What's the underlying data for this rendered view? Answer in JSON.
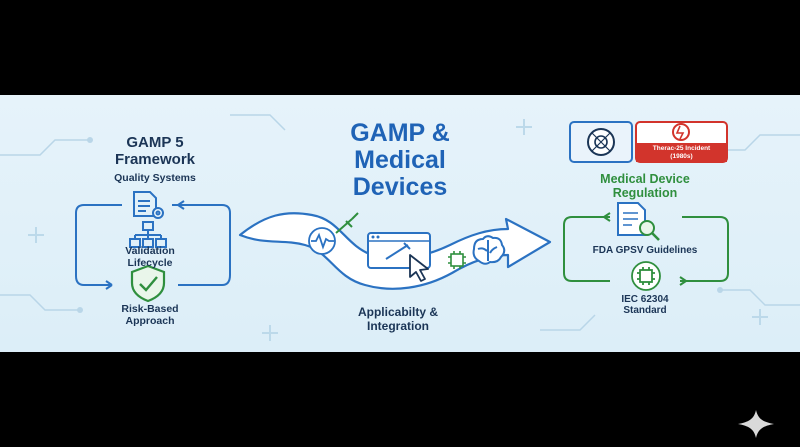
{
  "title": "GAMP & Medical Devices",
  "title_lines": [
    "GAMP &",
    "Medical",
    "Devices"
  ],
  "left": {
    "heading_lines": [
      "GAMP 5",
      "Framework"
    ],
    "quality": "Quality Systems",
    "validation_lines": [
      "Validation",
      "Lifecycle"
    ],
    "risk_lines": [
      "Risk-Based",
      "Approach"
    ]
  },
  "center": {
    "caption_lines": [
      "Applicabilty &",
      "Integration"
    ]
  },
  "right": {
    "incident_lines": [
      "Therac-25 Incident",
      "(1980s)"
    ],
    "heading_lines": [
      "Medical Device",
      "Regulation"
    ],
    "fda": "FDA GPSV Guidelines",
    "iec_lines": [
      "IEC 62304",
      "Standard"
    ]
  },
  "colors": {
    "blue": "#1f63b6",
    "navy": "#1b3556",
    "green": "#2f8f3e",
    "red": "#d2342c",
    "panel": "#e6f3fa"
  },
  "icons": [
    "document-gear-icon",
    "flowchart-icon",
    "shield-check-icon",
    "heartbeat-icon",
    "syringe-icon",
    "browser-window-icon",
    "cursor-icon",
    "brain-icon",
    "microchip-icon",
    "medical-device-icon",
    "warning-icon",
    "document-magnifier-icon",
    "processor-chip-icon",
    "sparkle-icon"
  ]
}
